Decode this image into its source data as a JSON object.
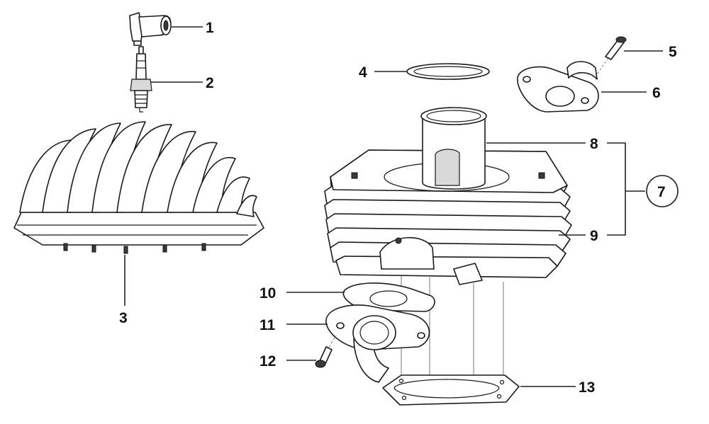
{
  "colors": {
    "ink": "#1a1a1a",
    "paper": "#ffffff",
    "shade": "#d9d9d9"
  },
  "callouts": {
    "c1": "1",
    "c2": "2",
    "c3": "3",
    "c4": "4",
    "c5": "5",
    "c6": "6",
    "c7": "7",
    "c8": "8",
    "c9": "9",
    "c10": "10",
    "c11": "11",
    "c12": "12",
    "c13": "13"
  }
}
